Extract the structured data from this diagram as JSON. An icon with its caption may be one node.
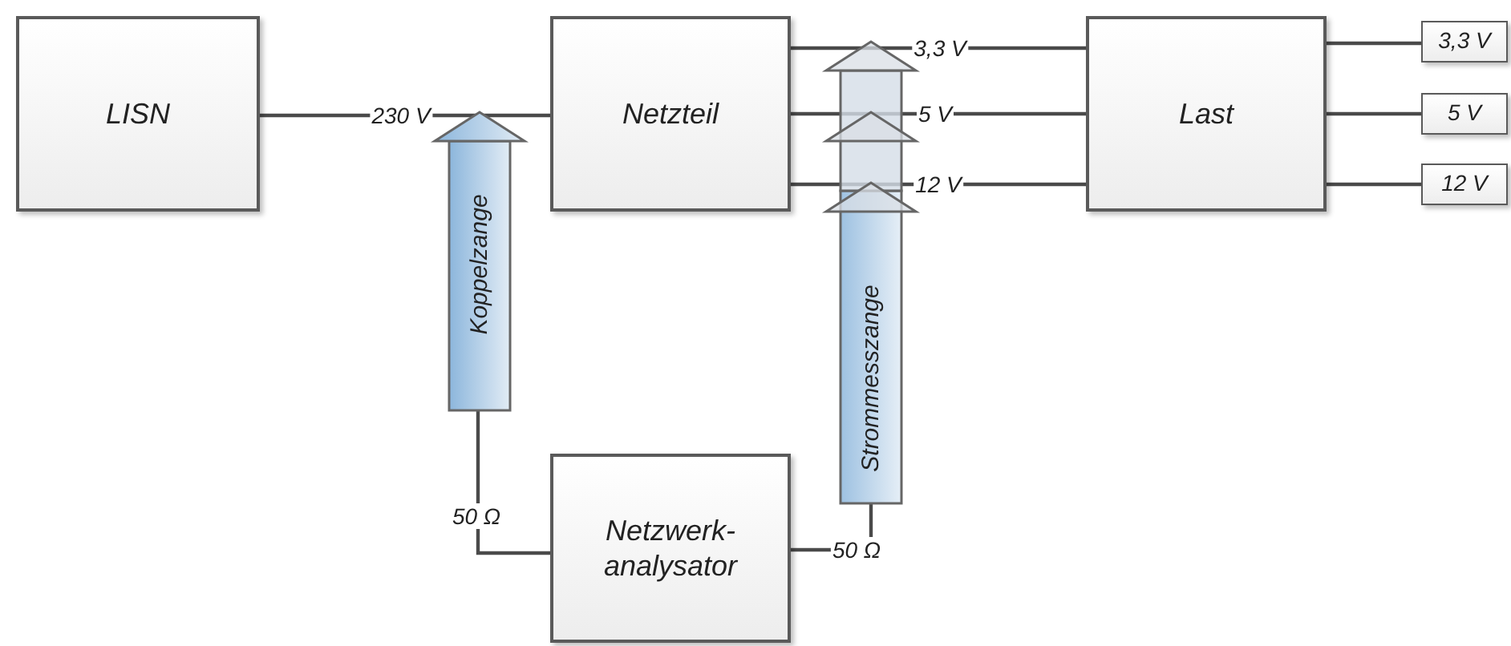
{
  "diagram": {
    "nodes": [
      {
        "text": [
          "LISN"
        ]
      },
      {
        "text": [
          "Netzteil"
        ]
      },
      {
        "text": [
          "Last"
        ]
      },
      {
        "text": [
          "3,3 V"
        ]
      },
      {
        "text": [
          "5 V"
        ]
      },
      {
        "text": [
          "12 V"
        ]
      },
      {
        "text": [
          "Netzwerk- analysator"
        ]
      },
      {
        "text": [
          "Koppelzange"
        ]
      },
      {
        "text": [
          "Strommesszange"
        ]
      }
    ],
    "edges": [
      {
        "from": 0,
        "to": 1,
        "arrow": "none",
        "label": "230 V"
      },
      {
        "from": 1,
        "to": 2,
        "arrow": "none",
        "label": "3,3 V"
      },
      {
        "from": 1,
        "to": 2,
        "arrow": "none",
        "label": "5 V"
      },
      {
        "from": 1,
        "to": 2,
        "arrow": "none",
        "label": "12 V"
      },
      {
        "from": 2,
        "to": 3,
        "arrow": "none"
      },
      {
        "from": 2,
        "to": 4,
        "arrow": "none"
      },
      {
        "from": 2,
        "to": 5,
        "arrow": "none"
      },
      {
        "from": 7,
        "to": 6,
        "arrow": "none",
        "label": "50 Ω"
      },
      {
        "from": 8,
        "to": 6,
        "arrow": "none",
        "label": "50 Ω"
      }
    ]
  }
}
